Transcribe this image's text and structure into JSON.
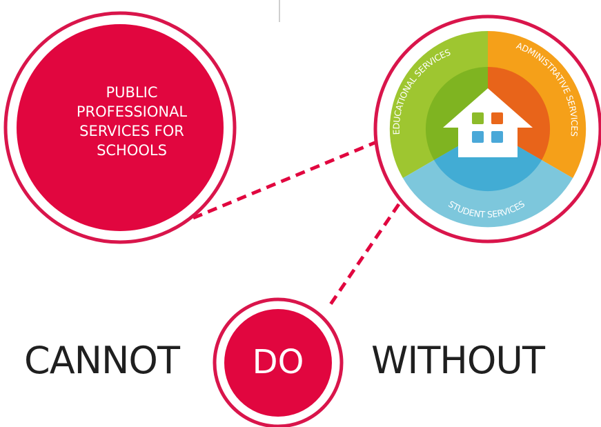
{
  "top_circle": {
    "lines": [
      "PUBLIC",
      "PROFESSIONAL",
      "SERVICES FOR",
      "SCHOOLS"
    ]
  },
  "services_wheel": {
    "segments": [
      {
        "label": "EDUCATIONAL SERVICES",
        "color": "#9ec630"
      },
      {
        "label": "ADMINISTRATIVE SERVICES",
        "color": "#f5a019"
      },
      {
        "label": "STUDENT SERVICES",
        "color": "#7dc7dc"
      }
    ],
    "house_window_colors": [
      "#8dbb2a",
      "#e9671b",
      "#4aa8d8",
      "#4aa8d8"
    ]
  },
  "bottom_phrase": {
    "left_word": "CANNOT",
    "center_word": "DO",
    "right_word": "WITHOUT"
  },
  "colors": {
    "brand_red": "#e1063f",
    "ring_red": "#d9154b",
    "text_dark": "#1f1f1f"
  }
}
